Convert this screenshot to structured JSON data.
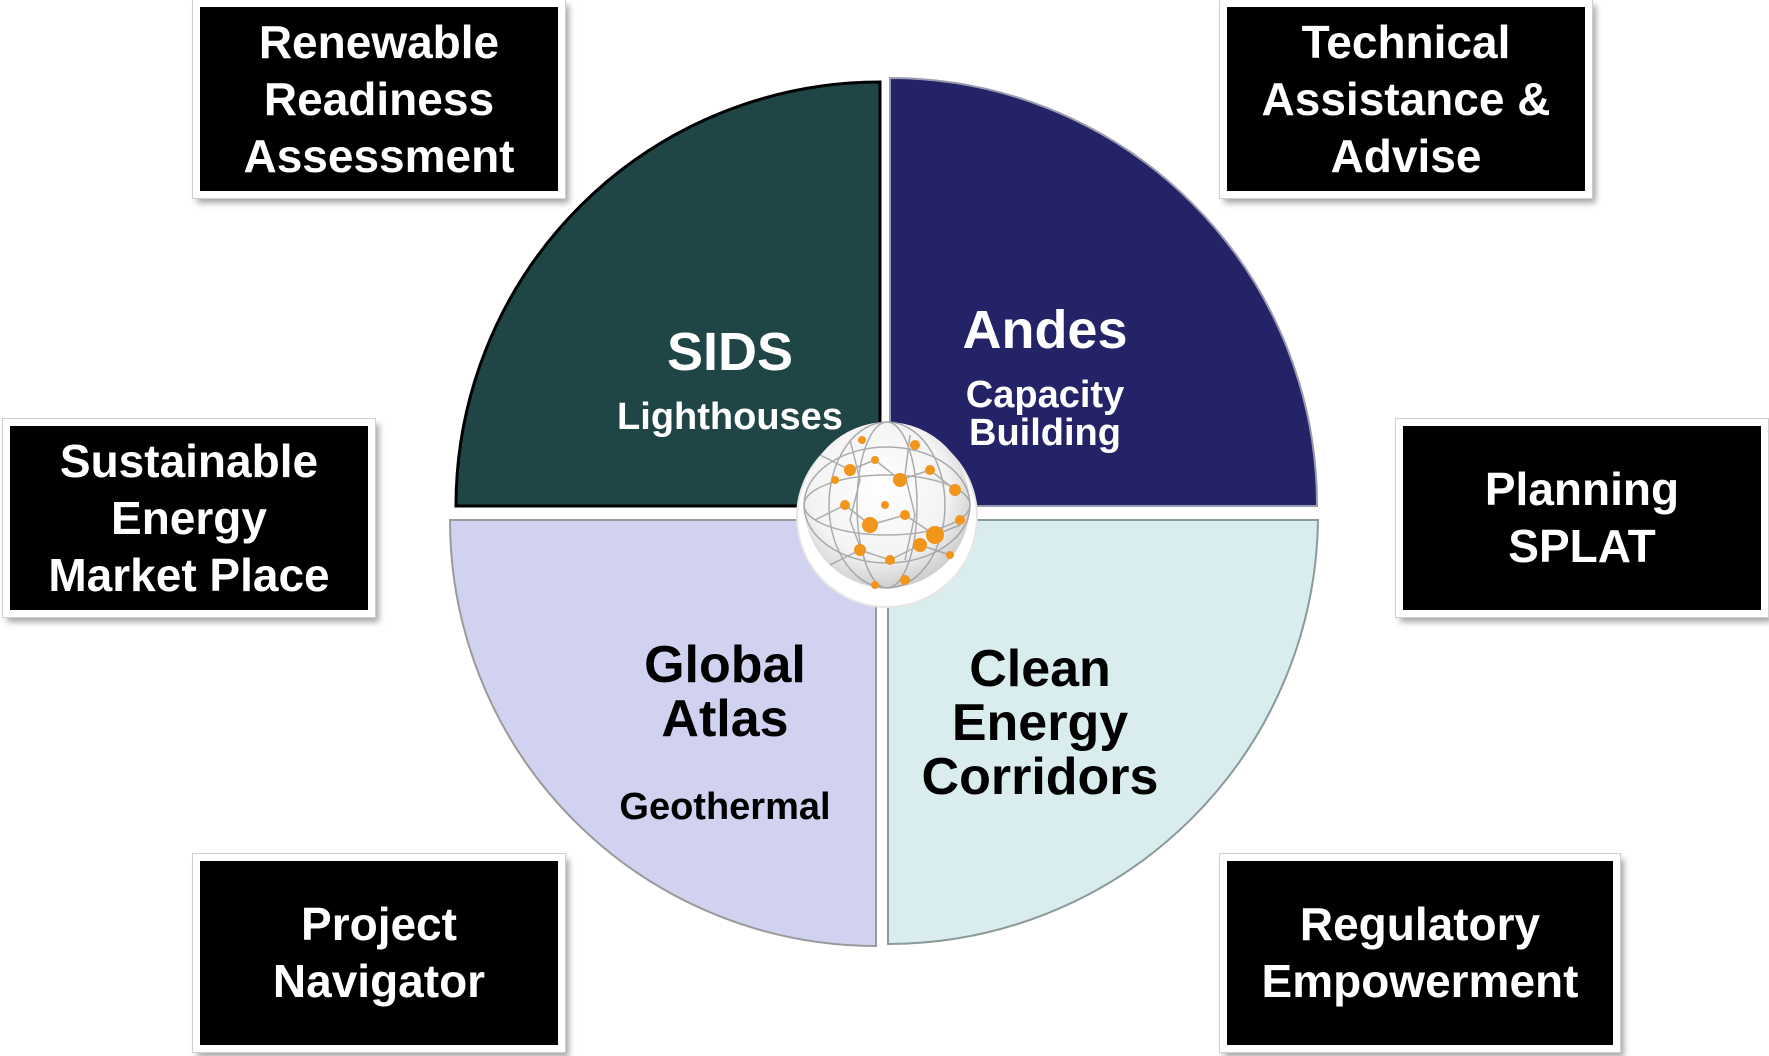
{
  "colors": {
    "sids_quadrant": "#1f4546",
    "andes_quadrant": "#242367",
    "global_atlas_quadrant": "#d1d1f0",
    "clean_energy_quadrant": "#daedee",
    "box_fill": "#000000",
    "box_text": "#ffffff",
    "globe_dots": "#f2951b"
  },
  "center_icon": "globe-network-icon",
  "quadrants": {
    "sids": {
      "title": "SIDS",
      "subtitle": "Lighthouses"
    },
    "andes": {
      "title": "Andes",
      "subtitle": "Capacity\nBuilding"
    },
    "global_atlas": {
      "title": "Global\nAtlas",
      "subtitle": "Geothermal"
    },
    "clean_energy": {
      "title": "Clean\nEnergy\nCorridors"
    }
  },
  "boxes": {
    "renewable": "Renewable\nReadiness\nAssessment",
    "technical": "Technical\nAssistance &\nAdvise",
    "sustainable": "Sustainable\nEnergy\nMarket Place",
    "planning": "Planning\nSPLAT",
    "project": "Project\nNavigator",
    "regulatory": "Regulatory\nEmpowerment"
  }
}
